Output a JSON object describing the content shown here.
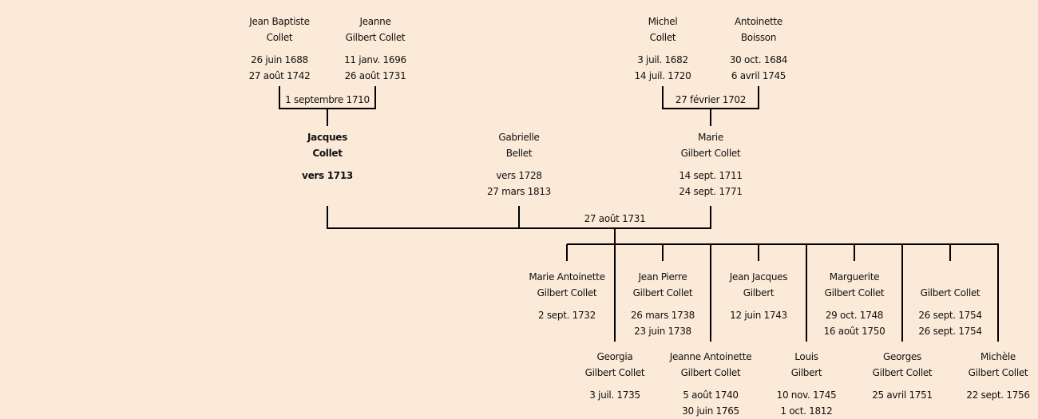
{
  "persons": [
    {
      "id": "jean-baptiste-collet",
      "first": "Jean Baptiste",
      "last": "Collet",
      "birth": "26 juin 1688",
      "death": "27 août 1742"
    },
    {
      "id": "jeanne-gilbert-collet",
      "first": "Jeanne",
      "last": "Gilbert Collet",
      "birth": "11 janv. 1696",
      "death": "26 août 1731"
    },
    {
      "id": "michel-collet",
      "first": "Michel",
      "last": "Collet",
      "birth": "3 juil. 1682",
      "death": "14 juil. 1720"
    },
    {
      "id": "antoinette-boisson",
      "first": "Antoinette",
      "last": "Boisson",
      "birth": "30 oct. 1684",
      "death": "6 avril 1745"
    },
    {
      "id": "jacques-collet",
      "first": "Jacques",
      "last": "Collet",
      "birth": "vers 1713",
      "death": "",
      "root": true
    },
    {
      "id": "gabrielle-bellet",
      "first": "Gabrielle",
      "last": "Bellet",
      "birth": "vers 1728",
      "death": "27 mars 1813"
    },
    {
      "id": "marie-gilbert-collet",
      "first": "Marie",
      "last": "Gilbert Collet",
      "birth": "14 sept. 1711",
      "death": "24 sept. 1771"
    },
    {
      "id": "marie-antoinette-gilbert-collet",
      "first": "Marie Antoinette",
      "last": "Gilbert Collet",
      "birth": "2 sept. 1732",
      "death": ""
    },
    {
      "id": "jean-pierre-gilbert-collet",
      "first": "Jean Pierre",
      "last": "Gilbert Collet",
      "birth": "26 mars 1738",
      "death": "23 juin 1738"
    },
    {
      "id": "jean-jacques-gilbert",
      "first": "Jean Jacques",
      "last": "Gilbert",
      "birth": "12 juin 1743",
      "death": ""
    },
    {
      "id": "marguerite-gilbert-collet",
      "first": "Marguerite",
      "last": "Gilbert Collet",
      "birth": "29 oct. 1748",
      "death": "16 août 1750"
    },
    {
      "id": "gilbert-collet",
      "first": "",
      "last": "Gilbert Collet",
      "birth": "26 sept. 1754",
      "death": "26 sept. 1754"
    },
    {
      "id": "georgia-gilbert-collet",
      "first": "Georgia",
      "last": "Gilbert Collet",
      "birth": "3 juil. 1735",
      "death": ""
    },
    {
      "id": "jeanne-antoinette-gilbert-collet",
      "first": "Jeanne Antoinette",
      "last": "Gilbert Collet",
      "birth": "5 août 1740",
      "death": "30 juin 1765"
    },
    {
      "id": "louis-gilbert",
      "first": "Louis",
      "last": "Gilbert",
      "birth": "10 nov. 1745",
      "death": "1 oct. 1812"
    },
    {
      "id": "georges-gilbert-collet",
      "first": "Georges",
      "last": "Gilbert Collet",
      "birth": "25 avril 1751",
      "death": ""
    },
    {
      "id": "michele-gilbert-collet",
      "first": "Michèle",
      "last": "Gilbert Collet",
      "birth": "22 sept. 1756",
      "death": ""
    }
  ],
  "marriages": [
    {
      "date": "1 septembre 1710"
    },
    {
      "date": "27 février 1702"
    },
    {
      "date": "27 août 1731"
    }
  ]
}
